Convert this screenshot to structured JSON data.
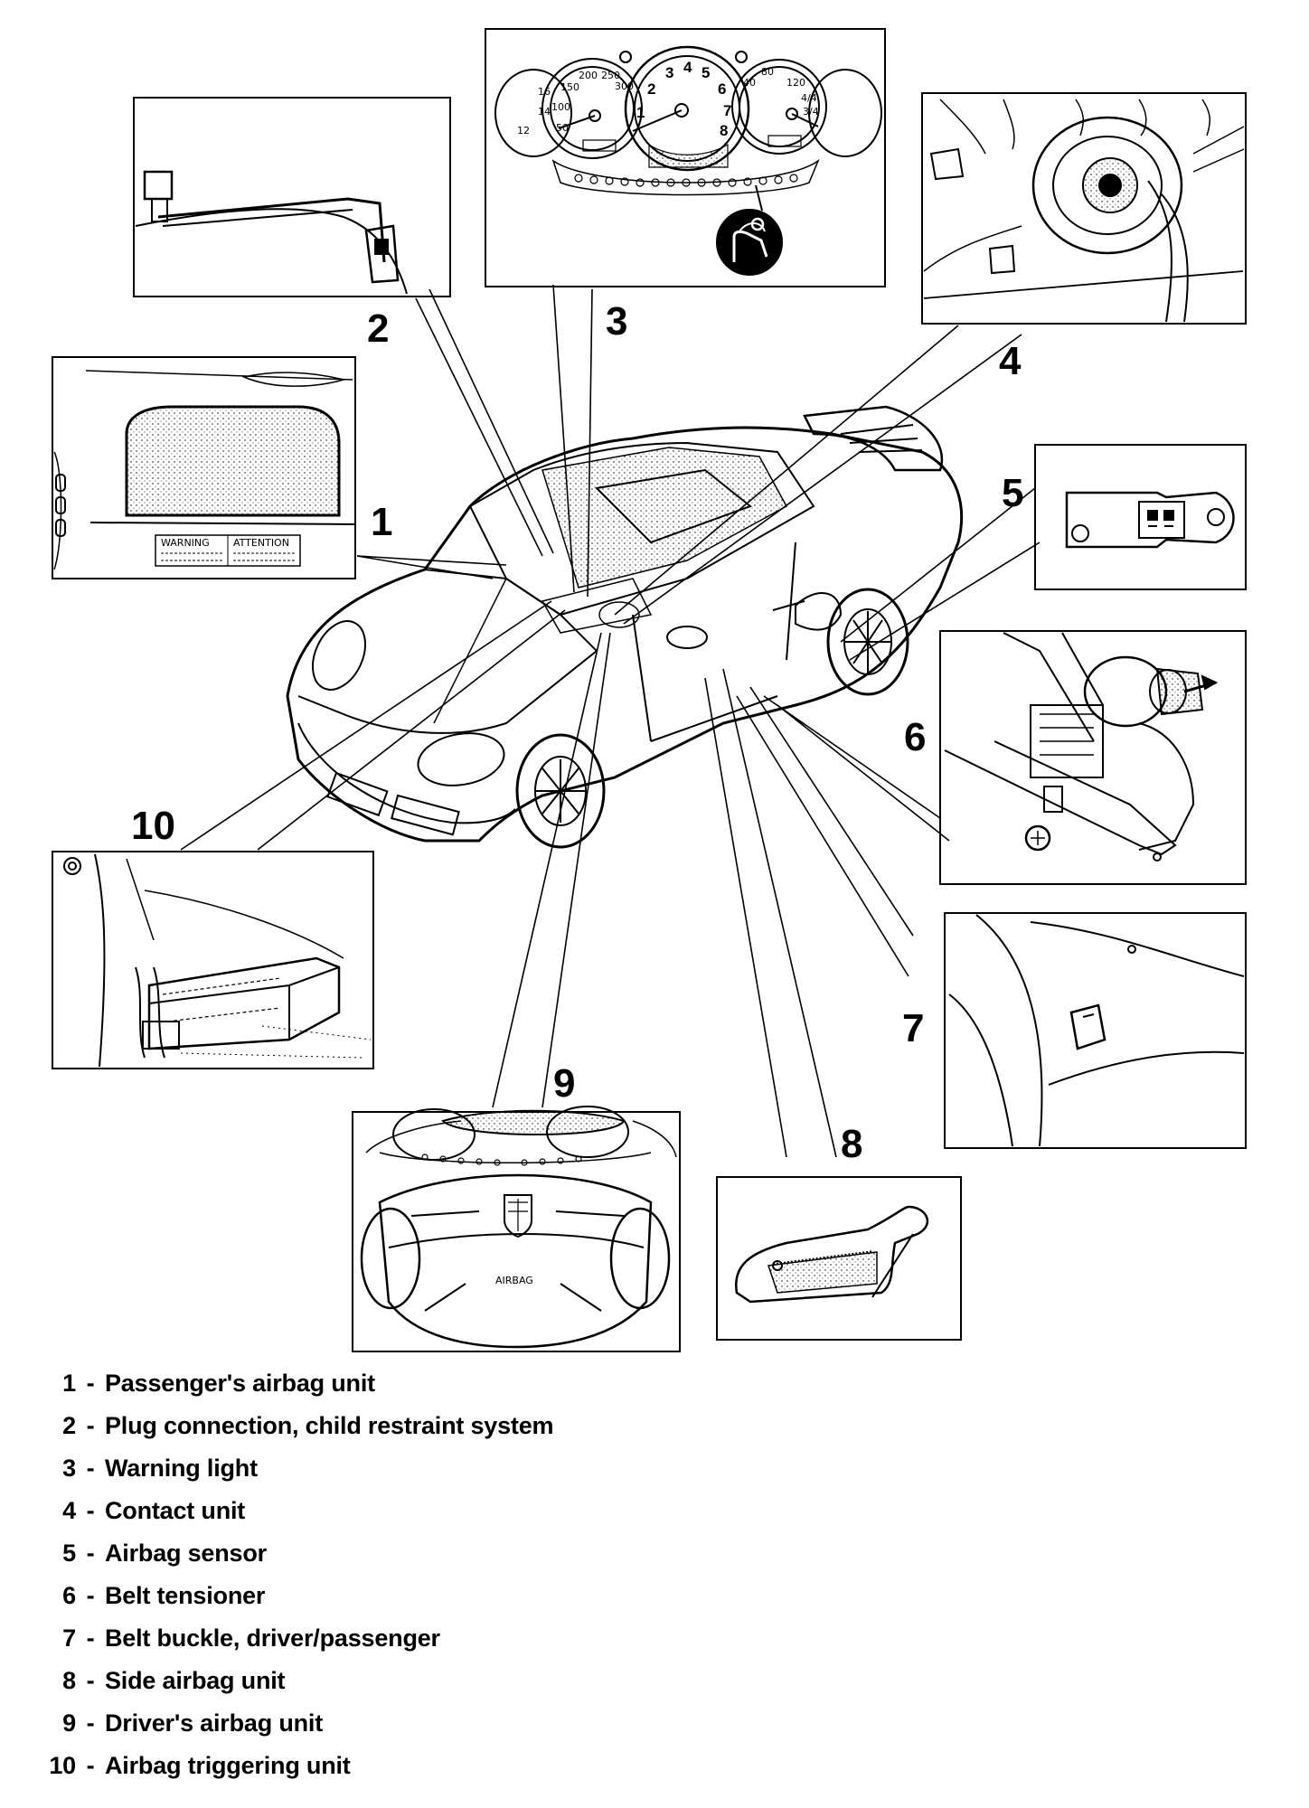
{
  "callouts": [
    {
      "number": "1"
    },
    {
      "number": "2"
    },
    {
      "number": "3"
    },
    {
      "number": "4"
    },
    {
      "number": "5"
    },
    {
      "number": "6"
    },
    {
      "number": "7"
    },
    {
      "number": "8"
    },
    {
      "number": "9"
    },
    {
      "number": "10"
    }
  ],
  "legend": [
    {
      "number": "1",
      "sep": "-",
      "text": "Passenger's airbag unit"
    },
    {
      "number": "2",
      "sep": "-",
      "text": "Plug connection, child restraint system"
    },
    {
      "number": "3",
      "sep": "-",
      "text": "Warning light"
    },
    {
      "number": "4",
      "sep": "-",
      "text": "Contact unit"
    },
    {
      "number": "5",
      "sep": "-",
      "text": "Airbag sensor"
    },
    {
      "number": "6",
      "sep": "-",
      "text": "Belt tensioner"
    },
    {
      "number": "7",
      "sep": "-",
      "text": "Belt buckle, driver/passenger"
    },
    {
      "number": "8",
      "sep": "-",
      "text": "Side airbag unit"
    },
    {
      "number": "9",
      "sep": "-",
      "text": "Driver's airbag unit"
    },
    {
      "number": "10",
      "sep": "-",
      "text": "Airbag triggering unit"
    }
  ],
  "panel_labels": {
    "warning": "WARNING",
    "attention": "ATTENTION",
    "speedo_ticks": [
      "50",
      "100",
      "150",
      "200",
      "250",
      "300"
    ],
    "tacho_ticks": [
      "1",
      "2",
      "3",
      "4",
      "5",
      "6",
      "7",
      "8"
    ],
    "fuel_ticks": [
      "40",
      "80",
      "120"
    ],
    "fuel_marks": [
      "4/4",
      "3/4"
    ],
    "left_gauge_ticks": [
      "16",
      "14",
      "12"
    ],
    "steering_hub_text": "AIRBAG"
  },
  "colors": {
    "ink": "#000000",
    "paper": "#ffffff",
    "shade": "#bdbdbd"
  }
}
